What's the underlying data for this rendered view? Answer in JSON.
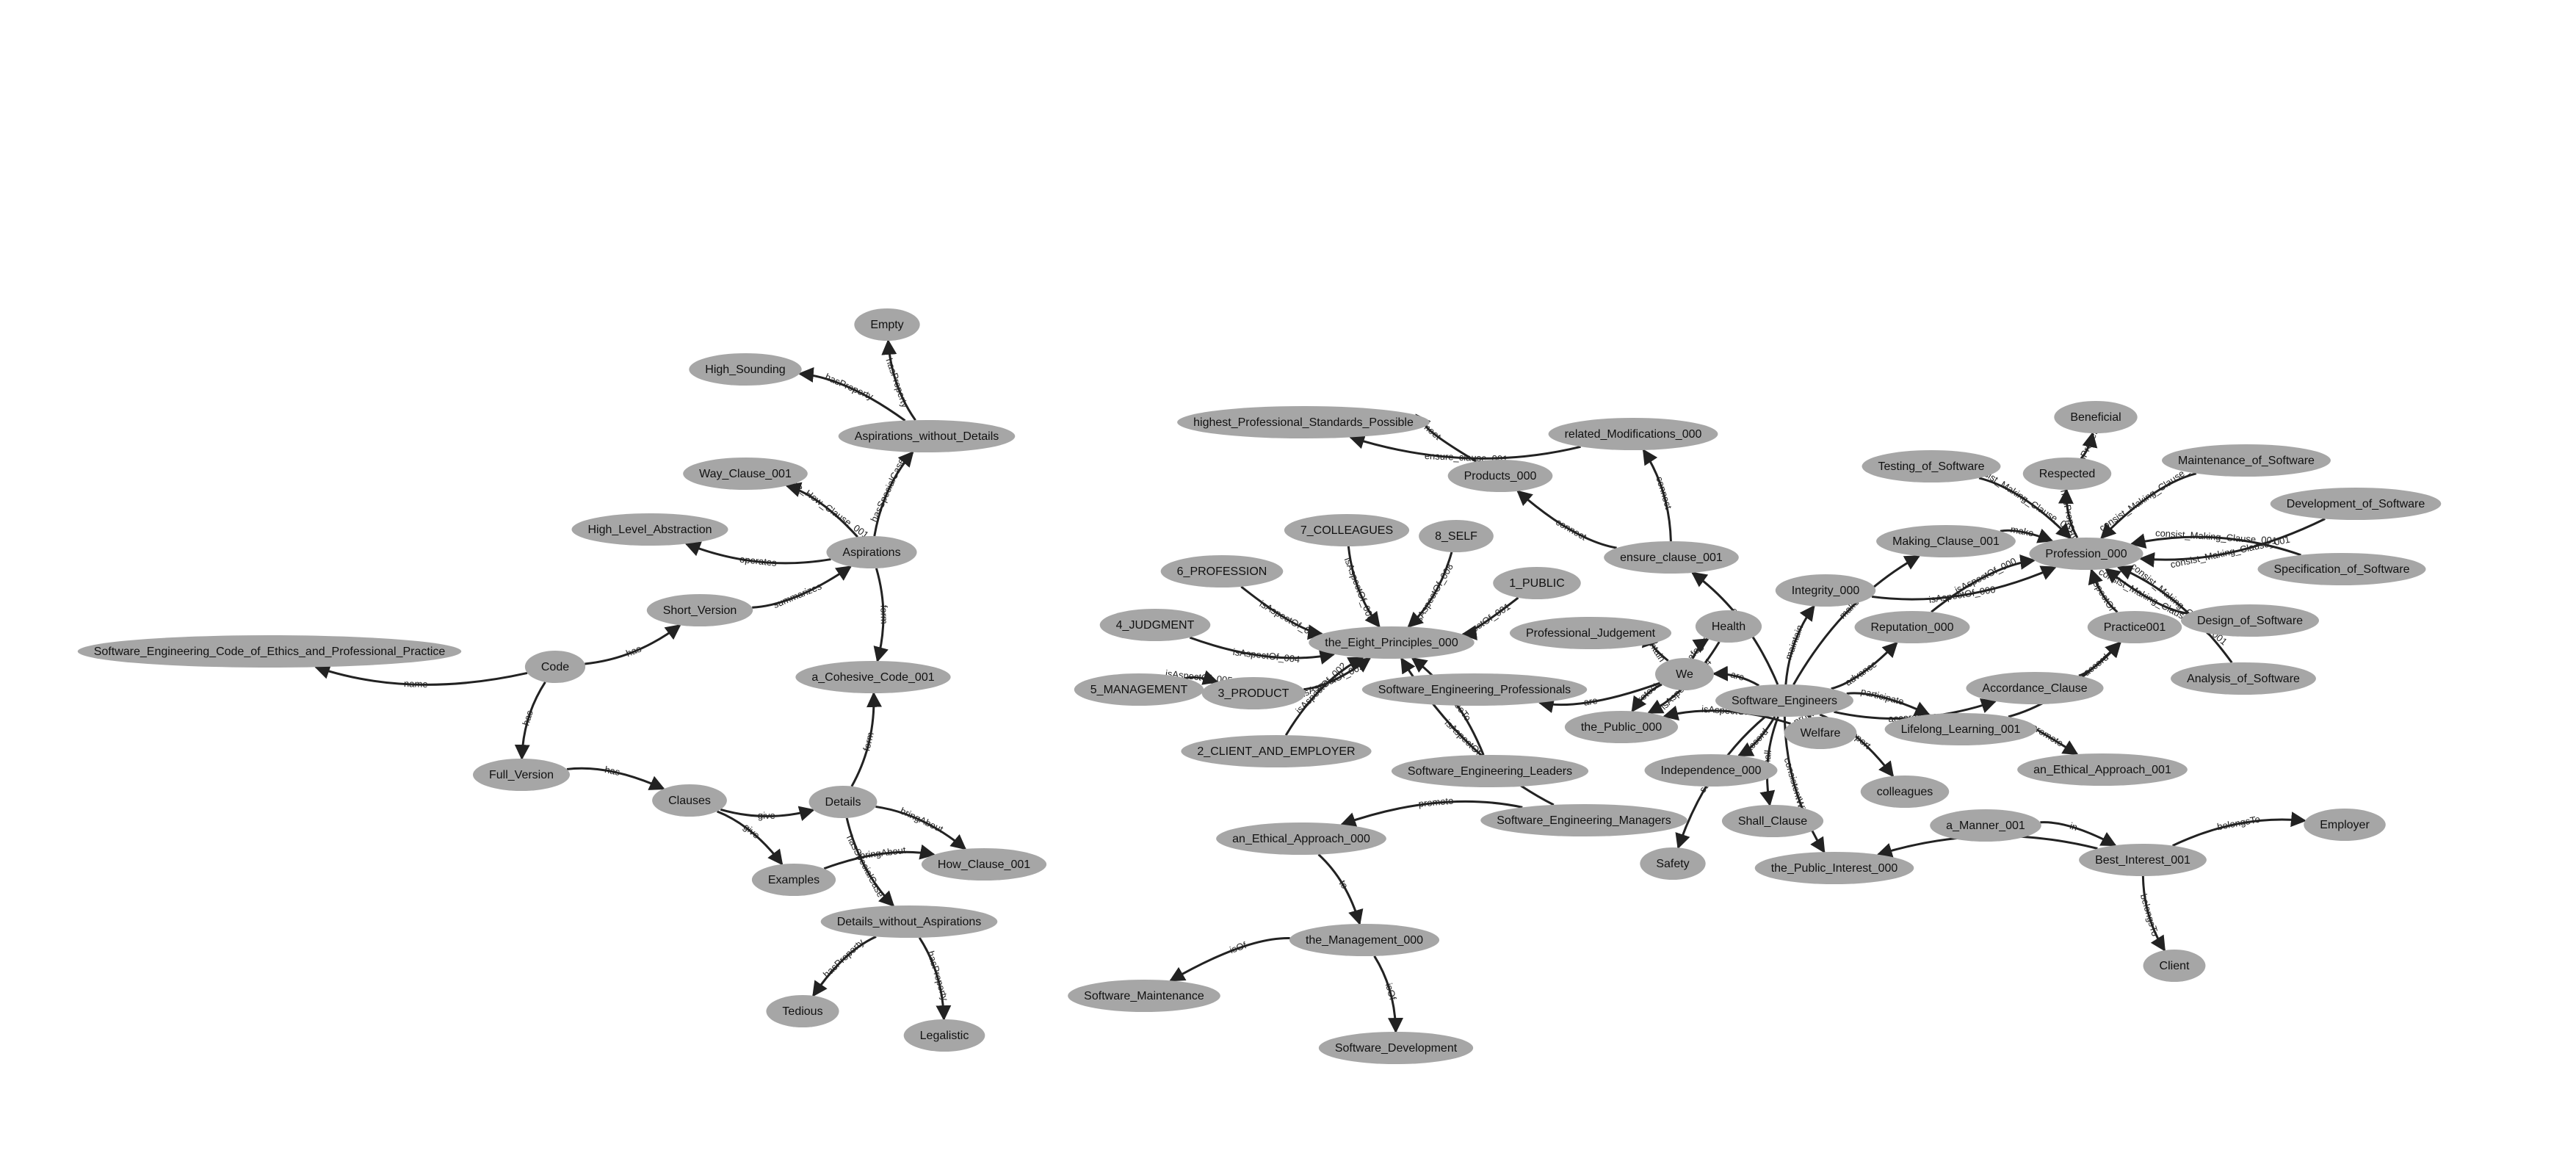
{
  "graph": {
    "colors": {
      "node_fill": "#a6a6a6",
      "edge_stroke": "#222222",
      "text": "#111111"
    },
    "nodes": {
      "empty": "Empty",
      "high_sounding": "High_Sounding",
      "aspirations_without_details": "Aspirations_without_Details",
      "way_clause_001": "Way_Clause_001",
      "high_level_abstraction": "High_Level_Abstraction",
      "aspirations": "Aspirations",
      "short_version": "Short_Version",
      "se_code": "Software_Engineering_Code_of_Ethics_and_Professional_Practice",
      "code": "Code",
      "a_cohesive_code_001": "a_Cohesive_Code_001",
      "full_version": "Full_Version",
      "clauses": "Clauses",
      "details": "Details",
      "how_clause_001": "How_Clause_001",
      "examples": "Examples",
      "details_without_aspirations": "Details_without_Aspirations",
      "tedious": "Tedious",
      "legalistic": "Legalistic",
      "highest_standards": "highest_Professional_Standards_Possible",
      "related_modifications": "related_Modifications_000",
      "products_000": "Products_000",
      "colleagues_7": "7_COLLEAGUES",
      "self_8": "8_SELF",
      "profession_6": "6_PROFESSION",
      "public_1": "1_PUBLIC",
      "ensure_clause_001": "ensure_clause_001",
      "judgment_4": "4_JUDGMENT",
      "eight_principles": "the_Eight_Principles_000",
      "professional_judgement": "Professional_Judgement",
      "health": "Health",
      "management_5": "5_MANAGEMENT",
      "product_3": "3_PRODUCT",
      "se_professionals": "Software_Engineering_Professionals",
      "we": "We",
      "the_public_000": "the_Public_000",
      "software_engineers": "Software_Engineers",
      "client_employer_2": "2_CLIENT_AND_EMPLOYER",
      "welfare": "Welfare",
      "se_leaders": "Software_Engineering_Leaders",
      "independence_000": "Independence_000",
      "colleagues": "colleagues",
      "se_managers": "Software_Engineering_Managers",
      "shall_clause": "Shall_Clause",
      "an_ethical_approach_000": "an_Ethical_Approach_000",
      "safety": "Safety",
      "the_public_interest": "the_Public_Interest_000",
      "the_management_000": "the_Management_000",
      "software_maintenance": "Software_Maintenance",
      "software_development": "Software_Development",
      "integrity_000": "Integrity_000",
      "making_clause_001": "Making_Clause_001",
      "reputation_000": "Reputation_000",
      "accordance_clause": "Accordance_Clause",
      "lifelong_learning_001": "Lifelong_Learning_001",
      "an_ethical_approach_001": "an_Ethical_Approach_001",
      "a_manner_001": "a_Manner_001",
      "best_interest_001": "Best_Interest_001",
      "employer": "Employer",
      "client": "Client",
      "beneficial": "Beneficial",
      "testing_of_software": "Testing_of_Software",
      "respected": "Respected",
      "maintenance_of_software": "Maintenance_of_Software",
      "development_of_software": "Development_of_Software",
      "profession_000": "Profession_000",
      "specification_of_software": "Specification_of_Software",
      "practice001": "Practice001",
      "design_of_software": "Design_of_Software",
      "analysis_of_software": "Analysis_of_Software"
    },
    "edges": [
      {
        "from": "aspirations_without_details",
        "to": "empty",
        "label": "hasProperty"
      },
      {
        "from": "aspirations_without_details",
        "to": "high_sounding",
        "label": "hasProperty"
      },
      {
        "from": "aspirations",
        "to": "aspirations_without_details",
        "label": "hasSpecialCase"
      },
      {
        "from": "aspirations",
        "to": "way_clause_001",
        "label": "Change_How_Clause_001"
      },
      {
        "from": "aspirations",
        "to": "high_level_abstraction",
        "label": "operates"
      },
      {
        "from": "short_version",
        "to": "aspirations",
        "label": "summarizes"
      },
      {
        "from": "aspirations",
        "to": "a_cohesive_code_001",
        "label": "form"
      },
      {
        "from": "code",
        "to": "short_version",
        "label": "has"
      },
      {
        "from": "code",
        "to": "se_code",
        "label": "name"
      },
      {
        "from": "code",
        "to": "full_version",
        "label": "has"
      },
      {
        "from": "full_version",
        "to": "clauses",
        "label": "has"
      },
      {
        "from": "clauses",
        "to": "details",
        "label": "give"
      },
      {
        "from": "clauses",
        "to": "examples",
        "label": "give"
      },
      {
        "from": "details",
        "to": "a_cohesive_code_001",
        "label": "form"
      },
      {
        "from": "details",
        "to": "how_clause_001",
        "label": "bringAbout"
      },
      {
        "from": "details",
        "to": "details_without_aspirations",
        "label": "hasSpecialCase"
      },
      {
        "from": "examples",
        "to": "how_clause_001",
        "label": "bringAbout"
      },
      {
        "from": "details_without_aspirations",
        "to": "tedious",
        "label": "hasProperty"
      },
      {
        "from": "details_without_aspirations",
        "to": "legalistic",
        "label": "hasProperty"
      },
      {
        "from": "products_000",
        "to": "highest_standards",
        "label": "meet"
      },
      {
        "from": "related_modifications",
        "to": "highest_standards",
        "label": "ensure_clause_001"
      },
      {
        "from": "ensure_clause_001",
        "to": "related_modifications",
        "label": "connect"
      },
      {
        "from": "ensure_clause_001",
        "to": "products_000",
        "label": "connect"
      },
      {
        "from": "colleagues_7",
        "to": "eight_principles",
        "label": "isAspectOf_006"
      },
      {
        "from": "self_8",
        "to": "eight_principles",
        "label": "isAspectOf_008"
      },
      {
        "from": "profession_6",
        "to": "eight_principles",
        "label": "isAspectOf_006"
      },
      {
        "from": "public_1",
        "to": "eight_principles",
        "label": "isAspectOf_001"
      },
      {
        "from": "judgment_4",
        "to": "eight_principles",
        "label": "isAspectOf_004"
      },
      {
        "from": "management_5",
        "to": "product_3",
        "label": "isAspectOf_005"
      },
      {
        "from": "product_3",
        "to": "eight_principles",
        "label": "isAspectOf_003"
      },
      {
        "from": "client_employer_2",
        "to": "eight_principles",
        "label": "isAspectOf_002"
      },
      {
        "from": "se_leaders",
        "to": "eight_principles",
        "label": "subscribeTo"
      },
      {
        "from": "se_managers",
        "to": "eight_principles",
        "label": "isAspectOf_005"
      },
      {
        "from": "se_managers",
        "to": "an_ethical_approach_000",
        "label": "promote"
      },
      {
        "from": "an_ethical_approach_000",
        "to": "the_management_000",
        "label": "to"
      },
      {
        "from": "the_management_000",
        "to": "software_maintenance",
        "label": "isOf"
      },
      {
        "from": "the_management_000",
        "to": "software_development",
        "label": "isOf"
      },
      {
        "from": "we",
        "to": "professional_judgement",
        "label": "maintain"
      },
      {
        "from": "we",
        "to": "se_professionals",
        "label": "are"
      },
      {
        "from": "we",
        "to": "the_public_000",
        "label": "protect"
      },
      {
        "from": "we",
        "to": "health",
        "label": "safeguard"
      },
      {
        "from": "software_engineers",
        "to": "we",
        "label": "are"
      },
      {
        "from": "software_engineers",
        "to": "integrity_000",
        "label": "maintain"
      },
      {
        "from": "software_engineers",
        "to": "ensure_clause_001",
        "label": "ensure"
      },
      {
        "from": "software_engineers",
        "to": "welfare",
        "label": "promote"
      },
      {
        "from": "software_engineers",
        "to": "the_public_interest",
        "label": "consistentWith"
      },
      {
        "from": "software_engineers",
        "to": "independence_000",
        "label": "accord"
      },
      {
        "from": "software_engineers",
        "to": "shall_clause",
        "label": "shall"
      },
      {
        "from": "software_engineers",
        "to": "colleagues",
        "label": "support"
      },
      {
        "from": "software_engineers",
        "to": "reputation_000",
        "label": "advance"
      },
      {
        "from": "software_engineers",
        "to": "making_clause_001",
        "label": "make"
      },
      {
        "from": "software_engineers",
        "to": "accordance_clause",
        "label": "accordance"
      },
      {
        "from": "software_engineers",
        "to": "lifelong_learning_001",
        "label": "participate"
      },
      {
        "from": "software_engineers",
        "to": "safety",
        "label": "safeguard"
      },
      {
        "from": "health",
        "to": "the_public_000",
        "label": "isAspectOf_004"
      },
      {
        "from": "welfare",
        "to": "the_public_000",
        "label": "isAspectOf"
      },
      {
        "from": "making_clause_001",
        "to": "profession_000",
        "label": "make"
      },
      {
        "from": "integrity_000",
        "to": "profession_000",
        "label": "isAspectOf_000"
      },
      {
        "from": "reputation_000",
        "to": "profession_000",
        "label": "isAspectOf_000"
      },
      {
        "from": "accordance_clause",
        "to": "practice001",
        "label": "accord"
      },
      {
        "from": "lifelong_learning_001",
        "to": "an_ethical_approach_001",
        "label": "promote"
      },
      {
        "from": "lifelong_learning_001",
        "to": "practice001",
        "label": "regarding"
      },
      {
        "from": "a_manner_001",
        "to": "best_interest_001",
        "label": "in"
      },
      {
        "from": "best_interest_001",
        "to": "the_public_interest",
        "label": "consistentWith"
      },
      {
        "from": "best_interest_001",
        "to": "employer",
        "label": "belongsTo"
      },
      {
        "from": "best_interest_001",
        "to": "client",
        "label": "belongsTo"
      },
      {
        "from": "profession_000",
        "to": "respected",
        "label": "hasProperty"
      },
      {
        "from": "respected",
        "to": "beneficial",
        "label": "hasProperty"
      },
      {
        "from": "testing_of_software",
        "to": "profession_000",
        "label": "consist_Making_Clause_001"
      },
      {
        "from": "maintenance_of_software",
        "to": "profession_000",
        "label": "consist_Making_Clause_001"
      },
      {
        "from": "development_of_software",
        "to": "profession_000",
        "label": "consist_Making_Clause_001"
      },
      {
        "from": "specification_of_software",
        "to": "profession_000",
        "label": "consist_Making_Clause_001"
      },
      {
        "from": "design_of_software",
        "to": "profession_000",
        "label": "consist_Making_Clause_001"
      },
      {
        "from": "analysis_of_software",
        "to": "profession_000",
        "label": "consist_Making_Clause_001"
      },
      {
        "from": "practice001",
        "to": "profession_000",
        "label": "aspectOf"
      }
    ]
  }
}
